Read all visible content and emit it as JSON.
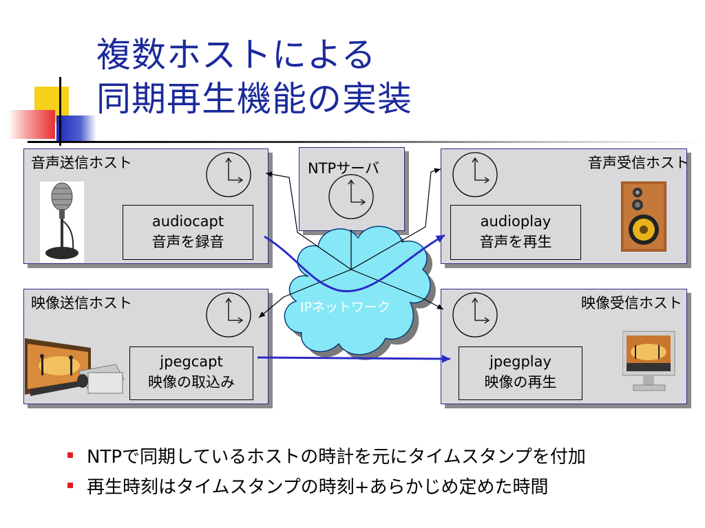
{
  "title": {
    "line1": "複数ホストによる",
    "line2": "同期再生機能の実装"
  },
  "hosts": {
    "audio_send": {
      "label": "音声送信ホスト",
      "proc_line1": "audiocapt",
      "proc_line2": "音声を録音"
    },
    "audio_recv": {
      "label": "音声受信ホスト",
      "proc_line1": "audioplay",
      "proc_line2": "音声を再生"
    },
    "video_send": {
      "label": "映像送信ホスト",
      "proc_line1": "jpegcapt",
      "proc_line2": "映像の取込み"
    },
    "video_recv": {
      "label": "映像受信ホスト",
      "proc_line1": "jpegplay",
      "proc_line2": "映像の再生"
    }
  },
  "ntp_server": {
    "label": "NTPサーバ"
  },
  "network": {
    "label": "IPネットワーク"
  },
  "bullets": [
    "NTPで同期しているホストの時計を元にタイムスタンプを付加",
    "再生時刻はタイムスタンプの時刻+あらかじめ定めた時間"
  ],
  "colors": {
    "title": "#1b2a9a",
    "flow": "#2a2ac8",
    "cloud": "#86e8f6",
    "bullet": "#e02020"
  }
}
